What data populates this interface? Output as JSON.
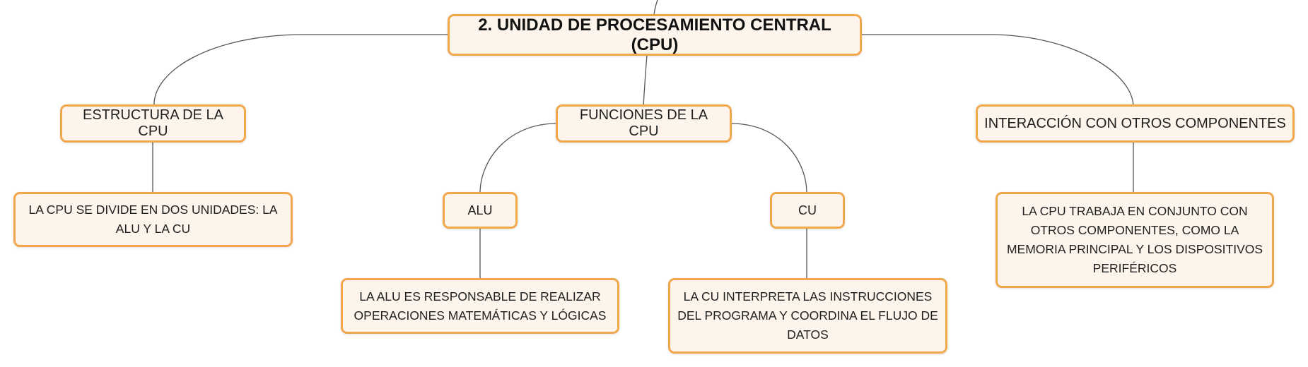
{
  "root": {
    "label": "2. UNIDAD DE PROCESAMIENTO CENTRAL (CPU)"
  },
  "branches": [
    {
      "label": "ESTRUCTURA DE LA CPU",
      "children": [
        {
          "label": "LA CPU SE DIVIDE EN DOS UNIDADES: LA ALU Y LA CU"
        }
      ]
    },
    {
      "label": "FUNCIONES DE LA CPU",
      "children": [
        {
          "label": "ALU",
          "children": [
            {
              "label": "LA ALU ES RESPONSABLE DE REALIZAR OPERACIONES MATEMÁTICAS Y LÓGICAS"
            }
          ]
        },
        {
          "label": "CU",
          "children": [
            {
              "label": "LA CU INTERPRETA LAS INSTRUCCIONES DEL PROGRAMA Y COORDINA EL FLUJO DE DATOS"
            }
          ]
        }
      ]
    },
    {
      "label": "INTERACCIÓN CON OTROS COMPONENTES",
      "children": [
        {
          "label": "LA CPU TRABAJA EN CONJUNTO CON OTROS COMPONENTES, COMO LA MEMORIA PRINCIPAL Y LOS DISPOSITIVOS PERIFÉRICOS"
        }
      ]
    }
  ],
  "colors": {
    "node_fill": "#fdf5ec",
    "node_border": "#f3a74d",
    "connector": "#555555"
  }
}
